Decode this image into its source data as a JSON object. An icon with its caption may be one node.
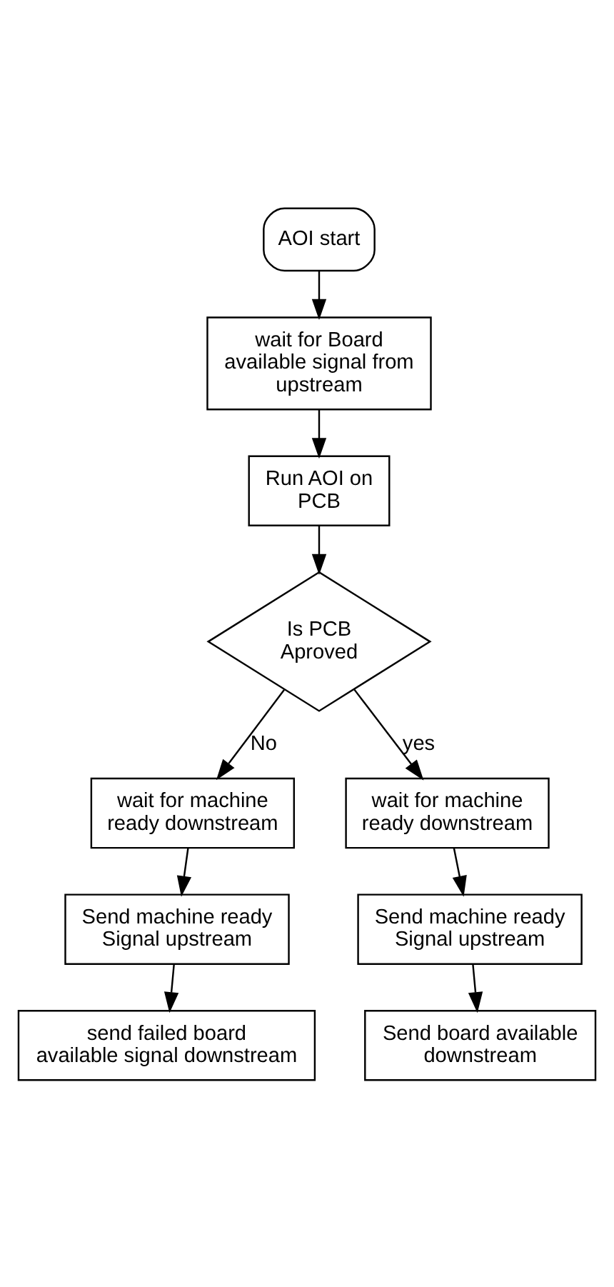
{
  "diagram": {
    "nodes": [
      {
        "text": [
          "AOI start"
        ]
      },
      {
        "text": [
          "wait for Board available signal from upstream"
        ]
      },
      {
        "text": [
          "Run AOI on PCB"
        ]
      },
      {
        "text": [
          "Is PCB Aproved"
        ]
      },
      {
        "text": [
          "wait for machine ready downstream"
        ]
      },
      {
        "text": [
          "Send machine ready Signal upstream"
        ]
      },
      {
        "text": [
          "send failed board available signal downstream"
        ]
      },
      {
        "text": [
          "wait for machine ready downstream"
        ]
      },
      {
        "text": [
          "Send machine ready Signal upstream"
        ]
      },
      {
        "text": [
          "Send board available downstream"
        ]
      }
    ],
    "edges": [
      {
        "from": 0,
        "to": 1,
        "arrow": "to"
      },
      {
        "from": 1,
        "to": 2,
        "arrow": "to"
      },
      {
        "from": 2,
        "to": 3,
        "arrow": "to"
      },
      {
        "from": 3,
        "to": 4,
        "arrow": "to",
        "label": "No"
      },
      {
        "from": 3,
        "to": 7,
        "arrow": "to",
        "label": "yes"
      },
      {
        "from": 4,
        "to": 5,
        "arrow": "to"
      },
      {
        "from": 5,
        "to": 6,
        "arrow": "to"
      },
      {
        "from": 7,
        "to": 8,
        "arrow": "to"
      },
      {
        "from": 8,
        "to": 9,
        "arrow": "to"
      }
    ]
  }
}
